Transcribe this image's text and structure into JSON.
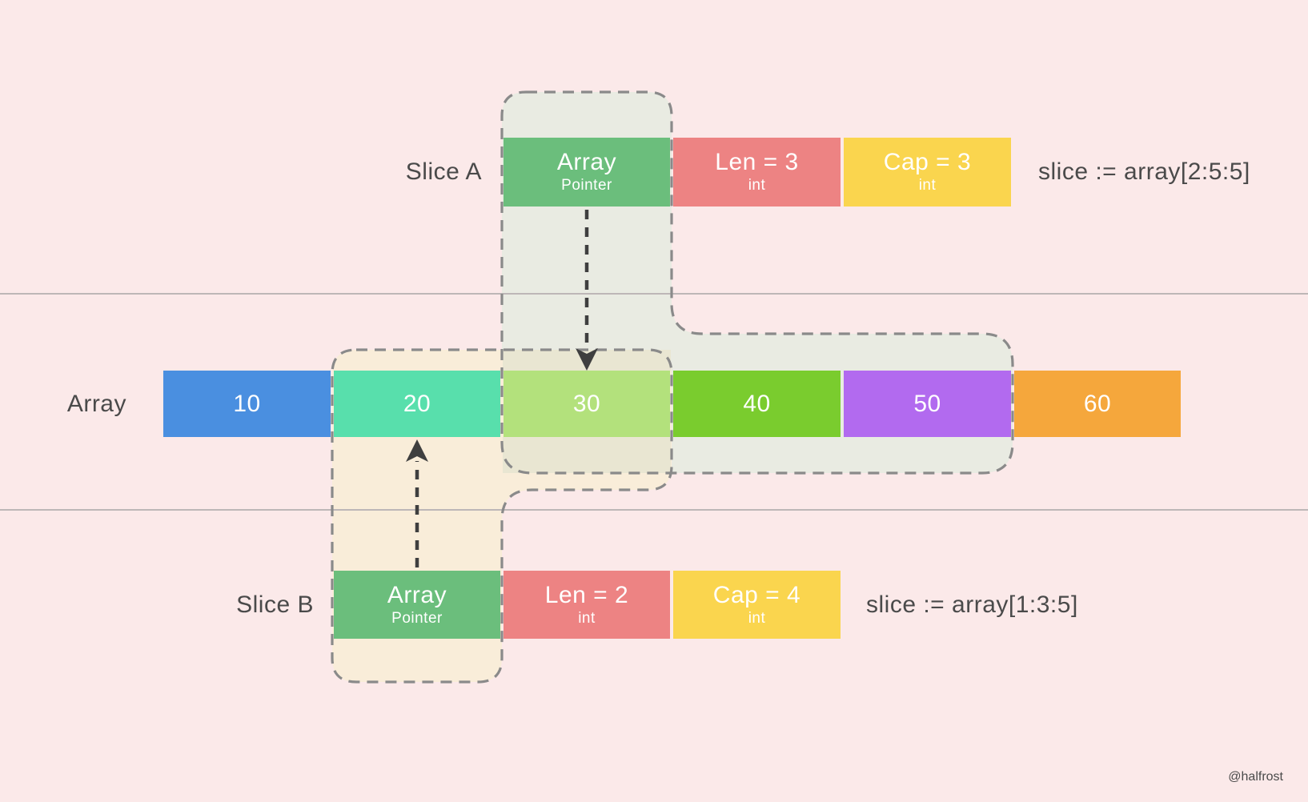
{
  "watermark": "@halfrost",
  "slice_a": {
    "label": "Slice A",
    "pointer": {
      "title": "Array",
      "subtitle": "Pointer"
    },
    "len": {
      "title": "Len = 3",
      "subtitle": "int"
    },
    "cap": {
      "title": "Cap = 3",
      "subtitle": "int"
    },
    "code": "slice := array[2:5:5]"
  },
  "slice_b": {
    "label": "Slice B",
    "pointer": {
      "title": "Array",
      "subtitle": "Pointer"
    },
    "len": {
      "title": "Len = 2",
      "subtitle": "int"
    },
    "cap": {
      "title": "Cap = 4",
      "subtitle": "int"
    },
    "code": "slice := array[1:3:5]"
  },
  "array": {
    "label": "Array",
    "cells": [
      {
        "value": "10",
        "color": "#4a8fe0"
      },
      {
        "value": "20",
        "color": "#58dfac"
      },
      {
        "value": "30",
        "color": "#b3e17c"
      },
      {
        "value": "40",
        "color": "#7acc2e"
      },
      {
        "value": "50",
        "color": "#b26aef"
      },
      {
        "value": "60",
        "color": "#f5a73c"
      }
    ]
  },
  "colors": {
    "background": "#fbe9e9",
    "pointer_box": "#6bbe7c",
    "len_box": "#ed8383",
    "cap_box": "#fad54e",
    "region_a_fill": "#e9ebe2",
    "region_b_fill": "#f9edd9",
    "region_overlap_fill": "#e9e6d2",
    "dashed_border": "#8a8a8a",
    "arrow": "#3f3f3f",
    "divider_line": "#bdb7b7",
    "label_text": "#4a4a4a"
  }
}
